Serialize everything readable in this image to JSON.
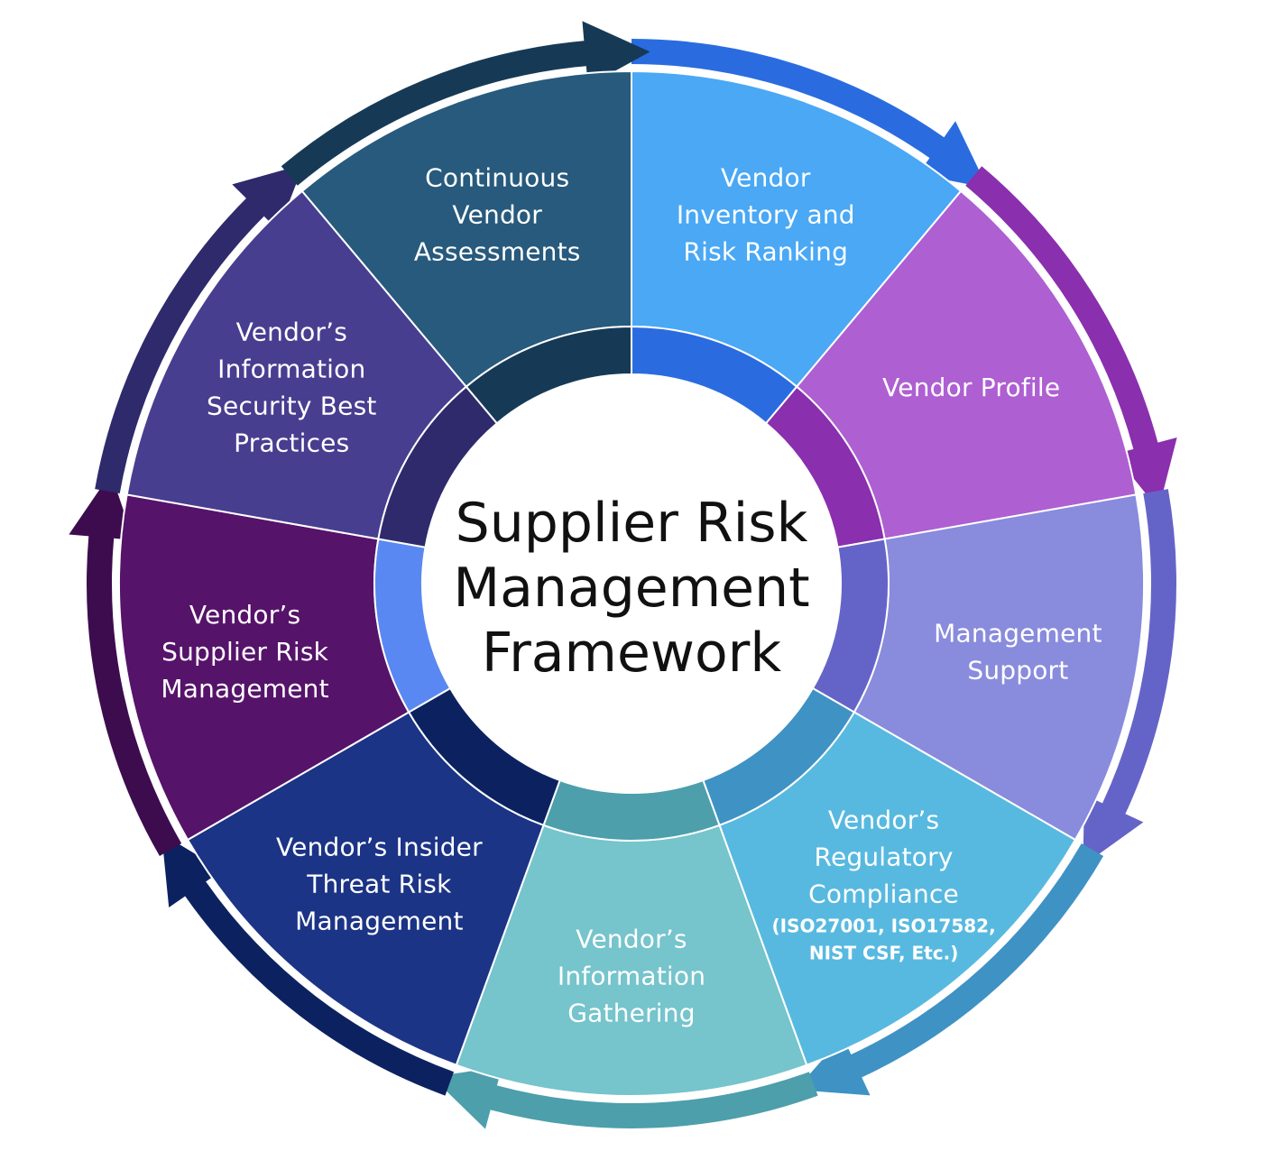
{
  "title": {
    "lines": [
      "Supplier Risk",
      "Management",
      "Framework"
    ]
  },
  "segments": [
    {
      "id": "inventory",
      "lines": [
        "Vendor",
        "Inventory and",
        "Risk Ranking"
      ],
      "sub_lines": [],
      "color": "#4aa8f5",
      "inner_color": "#2a6ce0",
      "arrow_color": "#2a6ce0"
    },
    {
      "id": "profile",
      "lines": [
        "Vendor Profile"
      ],
      "sub_lines": [],
      "color": "#ae5fd2",
      "inner_color": "#8a2fae",
      "arrow_color": "#8a2fae"
    },
    {
      "id": "mgmt-support",
      "lines": [
        "Management",
        "Support"
      ],
      "sub_lines": [],
      "color": "#898bdc",
      "inner_color": "#6464c8",
      "arrow_color": "#6464c8"
    },
    {
      "id": "regulatory",
      "lines": [
        "Vendor’s",
        "Regulatory",
        "Compliance"
      ],
      "sub_lines": [
        "(ISO27001, ISO17582,",
        "NIST CSF, Etc.)"
      ],
      "color": "#58b9e0",
      "inner_color": "#3f92c4",
      "arrow_color": "#3f92c4"
    },
    {
      "id": "info-gathering",
      "lines": [
        "Vendor’s",
        "Information",
        "Gathering"
      ],
      "sub_lines": [],
      "color": "#76c4cc",
      "inner_color": "#4c9fab",
      "arrow_color": "#4c9fab"
    },
    {
      "id": "insider-threat",
      "lines": [
        "Vendor’s Insider",
        "Threat Risk",
        "Management"
      ],
      "sub_lines": [],
      "color": "#1c3486",
      "inner_color": "#0c2260",
      "arrow_color": "#0c2260"
    },
    {
      "id": "supplier-risk",
      "lines": [
        "Vendor’s",
        "Supplier Risk",
        "Management"
      ],
      "sub_lines": [],
      "color": "#56136a",
      "inner_color": "#5a88f2",
      "arrow_color": "#3d0c4e"
    },
    {
      "id": "infosec",
      "lines": [
        "Vendor’s",
        "Information",
        "Security Best",
        "Practices"
      ],
      "sub_lines": [],
      "color": "#483e90",
      "inner_color": "#2e2a6c",
      "arrow_color": "#2e2a6c"
    },
    {
      "id": "continuous",
      "lines": [
        "Continuous",
        "Vendor",
        "Assessments"
      ],
      "sub_lines": [],
      "color": "#275a7c",
      "inner_color": "#163a56",
      "arrow_color": "#163a56"
    }
  ]
}
